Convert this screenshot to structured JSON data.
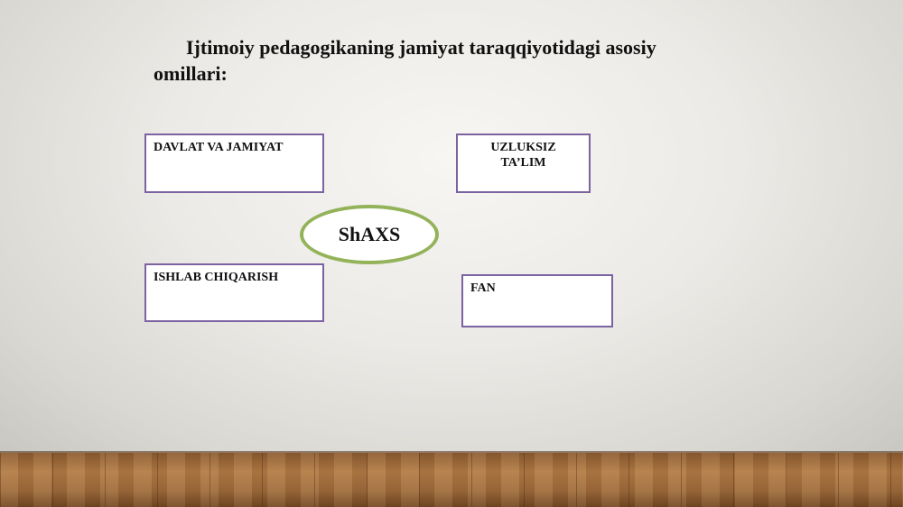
{
  "slide": {
    "title_line1": "Ijtimoiy pedagogikaning jamiyat taraqqiyotidagi asosiy",
    "title_line2": "omillari:",
    "center": "ShAXS",
    "boxes": {
      "top_left": "DAVLAT VA JAMIYAT",
      "top_right_line1": "UZLUKSIZ",
      "top_right_line2": "TA’LIM",
      "bottom_left": "ISHLAB CHIQARISH",
      "bottom_right": "FAN"
    }
  },
  "colors": {
    "box_border": "#7b62a0",
    "ellipse_border": "#93b35a"
  }
}
